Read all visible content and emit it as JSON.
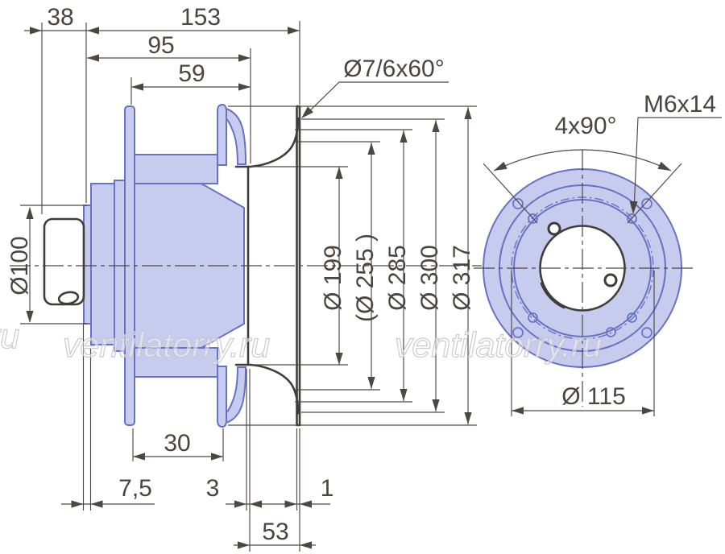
{
  "colors": {
    "impeller_fill": "#c7ccef",
    "impeller_stroke": "#6673c3",
    "line_dark": "#403c3a",
    "dim_line": "#4c4744",
    "text_color": "#4c443e",
    "watermark_stroke": "#bcbcc3"
  },
  "side": {
    "top_dims": {
      "d38": "38",
      "d153": "153",
      "d95": "95",
      "d59": "59"
    },
    "shaft_dim": "Ø100",
    "holes_callout": "Ø7/6x60°",
    "diameters": [
      "Ø 199",
      "(Ø 255 )",
      "Ø 285",
      "Ø 300",
      "Ø 317"
    ],
    "bottom_dims": {
      "d30": "30",
      "d7_5": "7,5",
      "d3": "3",
      "d1": "1",
      "d53": "53"
    }
  },
  "front": {
    "angle_callout": "4x90°",
    "thread_callout": "M6x14",
    "bolt_circle_dim": "Ø 115"
  },
  "watermark": {
    "text": "ventilatorry.ru",
    "partial": "ru"
  }
}
